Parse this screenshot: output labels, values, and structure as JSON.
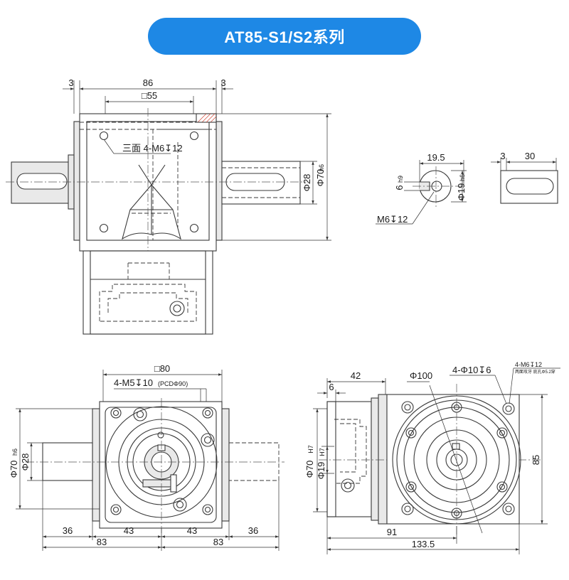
{
  "title": "AT85-S1/S2系列",
  "colors": {
    "title_bg": "#1e88e5",
    "title_text": "#ffffff",
    "line": "#3a3a3a",
    "hatch": "#d24a3a"
  },
  "dims": {
    "front_view": {
      "flange_left": "3",
      "body_width": "86",
      "flange_right": "3",
      "square": "□55",
      "tapped_holes": "三面 4-M6↧12",
      "shaft_dia": "Φ28",
      "body_dia": "Φ70",
      "body_dia_tol": "h6"
    },
    "shaft_end": {
      "key_offset": "19.5",
      "key_width": "6",
      "key_width_tol": "h9",
      "shaft_dia": "Φ19",
      "shaft_dia_tol": "h6",
      "thread": "M6↧12"
    },
    "key_view": {
      "offset": "3",
      "length": "30"
    },
    "bottom_view": {
      "square": "□80",
      "holes": "4-M5↧10",
      "pcd": "(PCDΦ90)",
      "body_dia": "Φ70",
      "body_dia_tol": "h6",
      "shaft_dia": "Φ28",
      "left_shaft": "36",
      "left_half": "43",
      "right_half": "43",
      "right_shaft": "36",
      "left_total": "83",
      "right_total": "83"
    },
    "side_view": {
      "depth": "42",
      "offset": "6",
      "pitch_dia": "Φ100",
      "through_holes": "4-Φ10↧6",
      "tapped_holes": "4-M6↧12",
      "tapped_note": "两面攻牙 底孔Φ5.2穿",
      "bore_outer": "Φ70",
      "bore_outer_tol": "H7",
      "bore_inner": "Φ19",
      "bore_inner_tol": "H7",
      "height": "85",
      "half_length": "91",
      "total_length": "133.5"
    }
  }
}
